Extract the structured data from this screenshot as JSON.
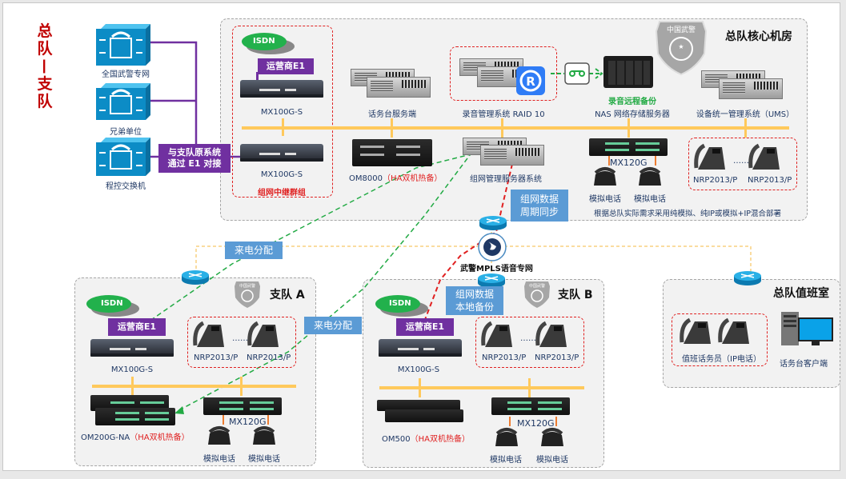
{
  "side_title": [
    "总",
    "队",
    "—",
    "支",
    "队"
  ],
  "left_exchanges": [
    {
      "label": "全国武警专网",
      "icon": "pbx-switch-icon"
    },
    {
      "label": "兄弟单位",
      "icon": "pbx-switch-icon"
    },
    {
      "label": "程控交换机",
      "icon": "pbx-switch-icon"
    }
  ],
  "e1_link_tag": [
    "与支队原系统",
    "通过 E1 对接"
  ],
  "hq_core": {
    "title": "总队核心机房",
    "badge_text": "中国武警",
    "trunk_group": {
      "cloud": "ISDN",
      "carrier": "运营商E1",
      "gateway_top": "MX100G-S",
      "gateway_bottom": "MX100G-S",
      "caption": "组网中继群组"
    },
    "console_server": "话务台服务端",
    "recording": "录音管理系统 RAID 10",
    "backup_label": "录音远程备份",
    "nas": "NAS 网络存储服务器",
    "ums": "设备统一管理系统（UMS）",
    "om8000": "OM8000",
    "om8000_ha": "（HA双机热备）",
    "network_mgmt": "组网管理服务器系统",
    "mx120g": "MX120G",
    "analog_phones": [
      "模拟电话",
      "模拟电话"
    ],
    "ip_phones": [
      "NRP2013/P",
      "NRP2013/P"
    ],
    "ip_phones_dots": "……",
    "footnote": "根据总队实际需求采用纯模拟、纯IP或模拟+IP混合部署"
  },
  "notes": {
    "sync": [
      "组网数据",
      "周期同步"
    ],
    "dispatch_1": "来电分配",
    "dispatch_2": "来电分配",
    "local_backup": [
      "组网数据",
      "本地备份"
    ]
  },
  "mpls": {
    "label": "武警MPLS语音专网"
  },
  "branch_a": {
    "title": "支队 A",
    "badge_text": "中国武警",
    "cloud": "ISDN",
    "carrier": "运营商E1",
    "gateway": "MX100G-S",
    "ip_phones": [
      "NRP2013/P",
      "NRP2013/P"
    ],
    "ip_phones_dots": "……",
    "pbx": "OM200G-NA",
    "pbx_ha": "（HA双机热备）",
    "mx120g": "MX120G",
    "analog_phones": [
      "模拟电话",
      "模拟电话"
    ]
  },
  "branch_b": {
    "title": "支队 B",
    "badge_text": "中国武警",
    "cloud": "ISDN",
    "carrier": "运营商E1",
    "gateway": "MX100G-S",
    "ip_phones": [
      "NRP2013/P",
      "NRP2013/P"
    ],
    "ip_phones_dots": "……",
    "pbx": "OM500",
    "pbx_ha": "（HA双机热备）",
    "mx120g": "MX120G",
    "analog_phones": [
      "模拟电话",
      "模拟电话"
    ]
  },
  "duty_room": {
    "title": "总队值班室",
    "operators": "值班话务员（IP电话）",
    "client": "话务台客户端"
  },
  "colors": {
    "purple": "#7030a0",
    "note_blue": "#5b9bd5",
    "bus_yellow": "#ffc95c",
    "alert_red": "#e02020",
    "flow_green": "#22aa44",
    "title_red": "#c00000"
  }
}
